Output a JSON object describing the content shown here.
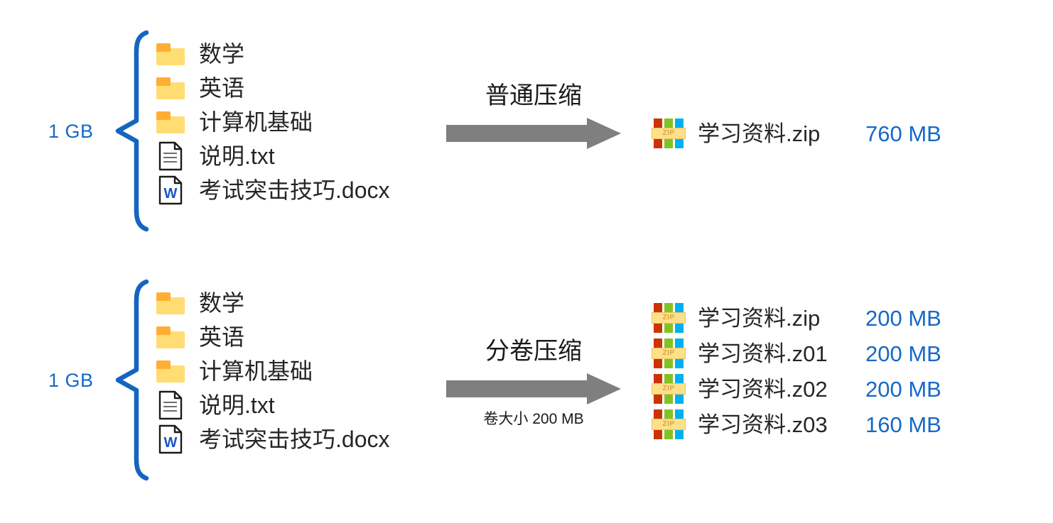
{
  "palette": {
    "accent_blue": "#1469C7",
    "text_dark": "#262626",
    "arrow_gray": "#7F7F7F",
    "brace_blue": "#1565C0",
    "folder_tab": "#FFAE33",
    "folder_body": "#FFDD73",
    "zip_red": "#CC3300",
    "zip_green": "#82C322",
    "zip_cyan": "#00B0F0",
    "zip_band": "#FFE08A",
    "word_blue": "#1A56C4"
  },
  "sections": [
    {
      "id": "normal-compression",
      "source": {
        "size_label": "1 GB",
        "items": [
          {
            "icon": "folder-icon",
            "name": "数学"
          },
          {
            "icon": "folder-icon",
            "name": "英语"
          },
          {
            "icon": "folder-icon",
            "name": "计算机基础"
          },
          {
            "icon": "text-file-icon",
            "name": "说明.txt"
          },
          {
            "icon": "word-file-icon",
            "name": "考试突击技巧.docx"
          }
        ]
      },
      "arrow": {
        "title": "普通压缩",
        "subtitle": ""
      },
      "outputs": [
        {
          "icon": "zip-file-icon",
          "name": "学习资料.zip",
          "size": "760 MB"
        }
      ]
    },
    {
      "id": "split-compression",
      "source": {
        "size_label": "1 GB",
        "items": [
          {
            "icon": "folder-icon",
            "name": "数学"
          },
          {
            "icon": "folder-icon",
            "name": "英语"
          },
          {
            "icon": "folder-icon",
            "name": "计算机基础"
          },
          {
            "icon": "text-file-icon",
            "name": "说明.txt"
          },
          {
            "icon": "word-file-icon",
            "name": "考试突击技巧.docx"
          }
        ]
      },
      "arrow": {
        "title": "分卷压缩",
        "subtitle": "卷大小  200 MB"
      },
      "outputs": [
        {
          "icon": "zip-file-icon",
          "name": "学习资料.zip",
          "size": "200 MB"
        },
        {
          "icon": "zip-file-icon",
          "name": "学习资料.z01",
          "size": "200 MB"
        },
        {
          "icon": "zip-file-icon",
          "name": "学习资料.z02",
          "size": "200 MB"
        },
        {
          "icon": "zip-file-icon",
          "name": "学习资料.z03",
          "size": "160 MB"
        }
      ]
    }
  ],
  "icon_glyphs": {
    "word_letter": "W",
    "zip_band_text": "ZIP"
  }
}
